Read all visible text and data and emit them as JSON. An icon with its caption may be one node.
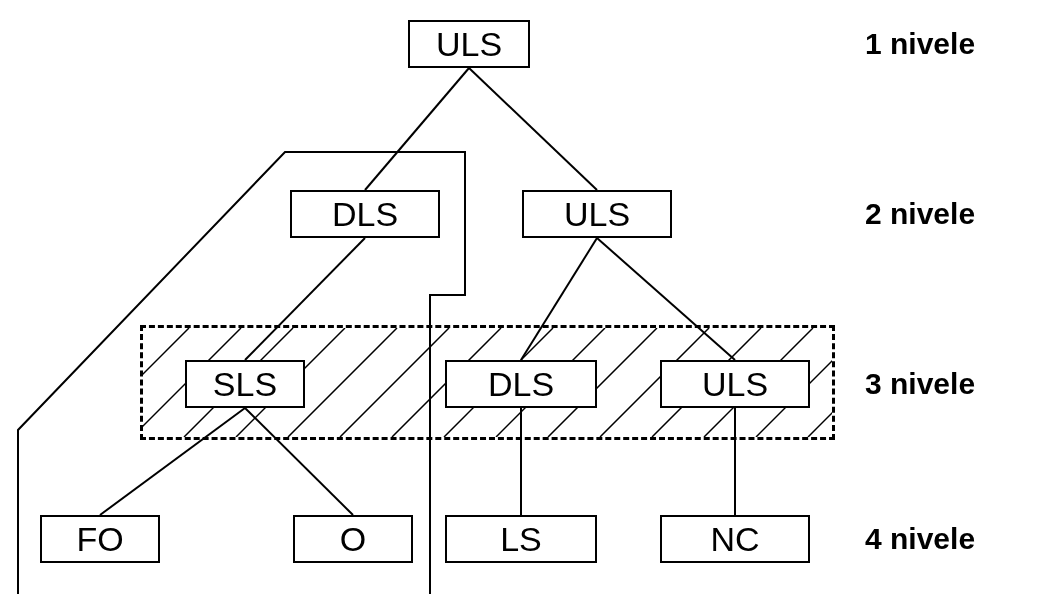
{
  "diagram": {
    "nodes": [
      {
        "text": [
          "ULS"
        ]
      },
      {
        "text": [
          "DLS"
        ]
      },
      {
        "text": [
          "ULS"
        ]
      },
      {
        "text": [],
        "shape": "box"
      },
      {
        "text": [
          "SLS"
        ],
        "in": 3
      },
      {
        "text": [
          "DLS"
        ],
        "in": 3
      },
      {
        "text": [
          "ULS"
        ],
        "in": 3
      },
      {
        "text": [
          "FO"
        ]
      },
      {
        "text": [
          "O"
        ]
      },
      {
        "text": [
          "LS"
        ]
      },
      {
        "text": [
          "NC"
        ]
      }
    ],
    "edges": [
      {
        "from": 0,
        "to": 1,
        "arrow": "none"
      },
      {
        "from": 0,
        "to": 2,
        "arrow": "none"
      },
      {
        "from": 1,
        "to": 4,
        "arrow": "none"
      },
      {
        "from": 2,
        "to": 5,
        "arrow": "none"
      },
      {
        "from": 2,
        "to": 6,
        "arrow": "none"
      },
      {
        "from": 4,
        "to": 7,
        "arrow": "none"
      },
      {
        "from": 4,
        "to": 8,
        "arrow": "none"
      },
      {
        "from": 5,
        "to": 9,
        "arrow": "none"
      },
      {
        "from": 6,
        "to": 10,
        "arrow": "none"
      }
    ],
    "labels": [
      "1 nivele",
      "2 nivele",
      "3 nivele",
      "4 nivele"
    ]
  }
}
